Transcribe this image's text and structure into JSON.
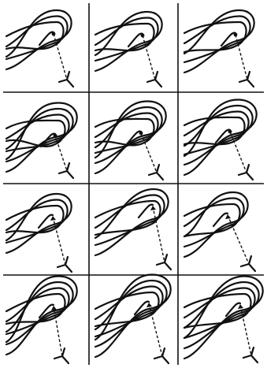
{
  "figure": {
    "rows": 4,
    "columns": 3,
    "panels": [
      {
        "row": 1,
        "column": 1,
        "ridge_count": 3,
        "core_mark": "dot"
      },
      {
        "row": 1,
        "column": 2,
        "ridge_count": 3,
        "core_mark": "dot"
      },
      {
        "row": 1,
        "column": 3,
        "ridge_count": 3,
        "core_mark": "dot"
      },
      {
        "row": 2,
        "column": 1,
        "ridge_count": 4,
        "core_mark": "dot"
      },
      {
        "row": 2,
        "column": 2,
        "ridge_count": 4,
        "core_mark": "dot"
      },
      {
        "row": 2,
        "column": 3,
        "ridge_count": 4,
        "core_mark": "dot"
      },
      {
        "row": 3,
        "column": 1,
        "ridge_count": 3,
        "core_mark": "arrow"
      },
      {
        "row": 3,
        "column": 2,
        "ridge_count": 3,
        "core_mark": "arrow"
      },
      {
        "row": 3,
        "column": 3,
        "ridge_count": 3,
        "core_mark": "arrow"
      },
      {
        "row": 4,
        "column": 1,
        "ridge_count": 4,
        "core_mark": "arrow"
      },
      {
        "row": 4,
        "column": 2,
        "ridge_count": 4,
        "core_mark": "arrow"
      },
      {
        "row": 4,
        "column": 3,
        "ridge_count": 4,
        "core_mark": "arrow"
      }
    ]
  },
  "colors": {
    "ink": "#111111",
    "paper": "#ffffff"
  }
}
